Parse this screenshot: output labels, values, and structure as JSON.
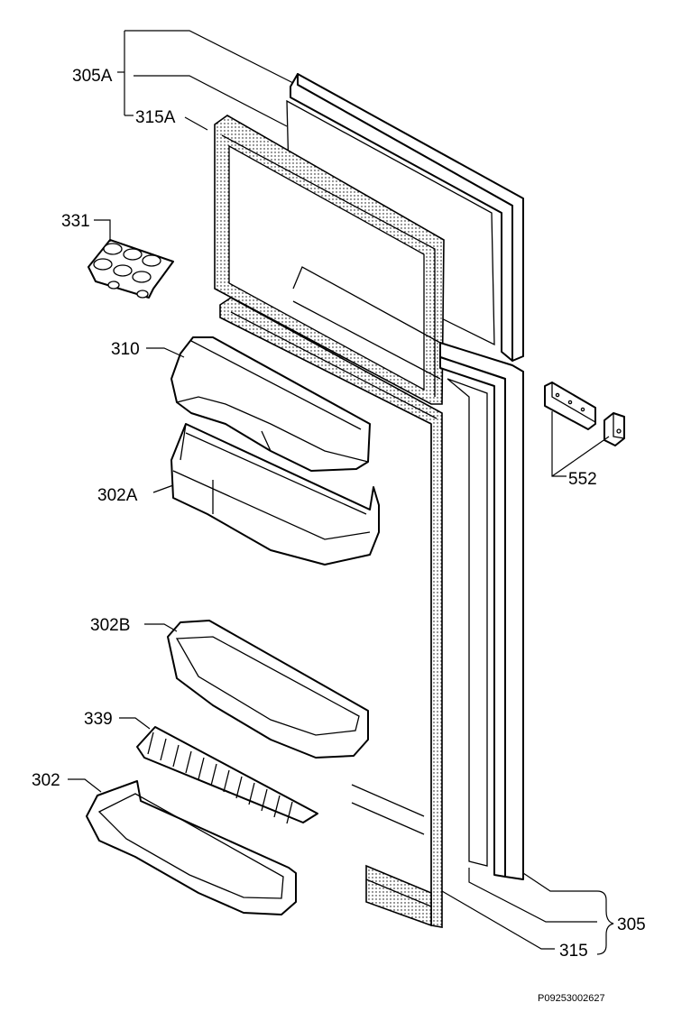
{
  "labels": {
    "p305A": "305A",
    "p315A": "315A",
    "p331": "331",
    "p310": "310",
    "p302A": "302A",
    "p302B": "302B",
    "p339": "339",
    "p302": "302",
    "p552": "552",
    "p305": "305",
    "p315": "315"
  },
  "footer": {
    "drawing_code": "P09253002627"
  }
}
